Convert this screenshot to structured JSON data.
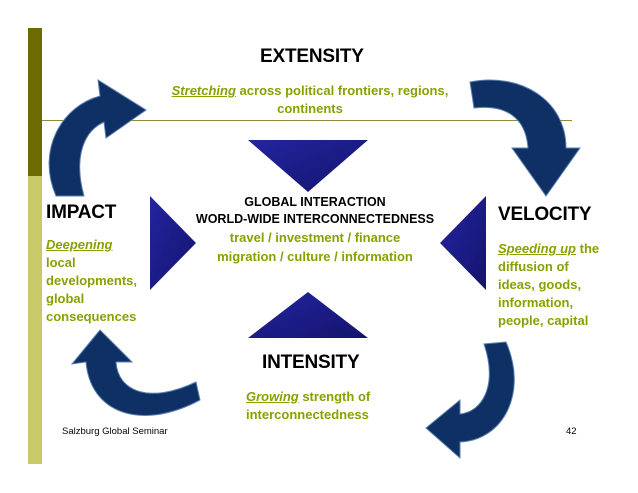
{
  "extensity": {
    "title": "EXTENSITY",
    "keyword": "Stretching",
    "line1_rest": " across political frontiers, regions,",
    "line2": "continents"
  },
  "impact": {
    "title": "IMPACT",
    "keyword": "Deepening",
    "lines": [
      "local",
      "developments,",
      "global",
      "consequences"
    ]
  },
  "velocity": {
    "title": "VELOCITY",
    "keyword": "Speeding up",
    "line1_rest": " the",
    "lines": [
      "diffusion of",
      "ideas, goods,",
      "information,",
      "people, capital"
    ]
  },
  "intensity": {
    "title": "INTENSITY",
    "keyword": "Growing",
    "line1_rest": " strength of",
    "line2": "interconnectedness"
  },
  "center": {
    "line1": "GLOBAL INTERACTION",
    "line2": "WORLD-WIDE INTERCONNECTEDNESS",
    "line3": "travel / investment / finance",
    "line4": "migration / culture / information"
  },
  "footer": {
    "left": "Salzburg Global Seminar",
    "page": "42"
  },
  "colors": {
    "arrow_fill": "#0f3064",
    "triangle_fill": "#1c1c8c",
    "accent_green": "#8aa000",
    "bar_dark": "#6b6b00",
    "bar_light": "#c9c96a"
  }
}
